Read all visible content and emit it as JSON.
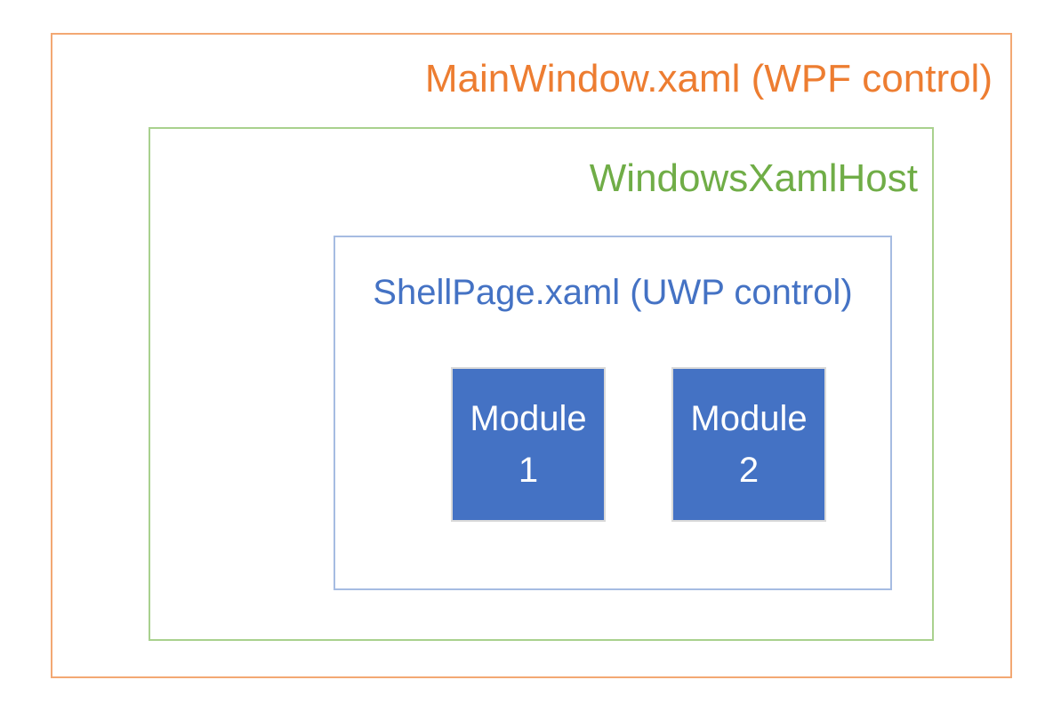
{
  "diagram": {
    "outer": {
      "label": "MainWindow.xaml (WPF control)"
    },
    "host": {
      "label": "WindowsXamlHost"
    },
    "shellpage": {
      "label": "ShellPage.xaml (UWP control)"
    },
    "modules": [
      {
        "lines": [
          "Module",
          "1"
        ]
      },
      {
        "lines": [
          "Module",
          "2"
        ]
      }
    ]
  },
  "colors": {
    "background": "#FFFFFF",
    "outer_border": "#F3A873",
    "outer_text": "#ED7D31",
    "host_border": "#A9D18E",
    "host_text": "#70AD47",
    "shellpage_border": "#A6BCE2",
    "shellpage_text": "#4472C4",
    "module_fill": "#4472C4",
    "module_border": "#D9D9D9",
    "module_text": "#FFFFFF"
  }
}
